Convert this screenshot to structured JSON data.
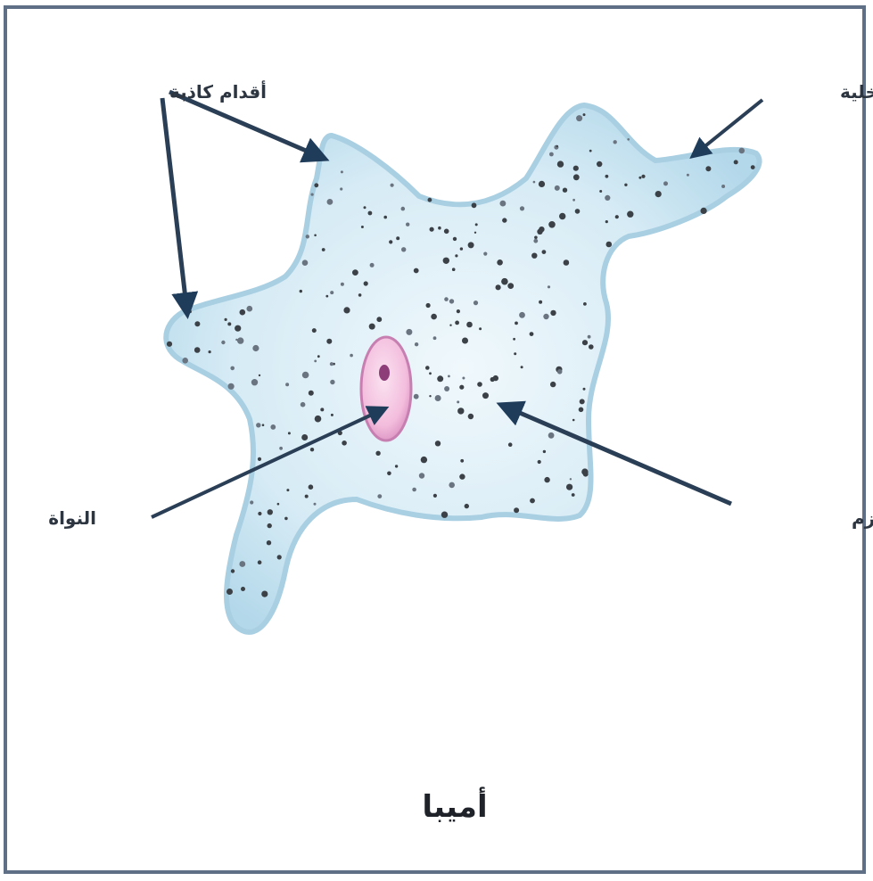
{
  "labels": {
    "pseudopodia": "أقدام كاذبة",
    "cell_membrane": "غشاء الخلية",
    "nucleus": "النواة",
    "protoplasm": "البروتو بلازم"
  },
  "caption": "أميبا",
  "colors": {
    "frame": "#5f6f86",
    "cytoplasm_light": "#eaf5fb",
    "cytoplasm_dark": "#b9dcec",
    "membrane": "#a9cfe2",
    "nucleus_fill": "#f6c9e4",
    "nucleus_edge": "#c77fb1",
    "nucleolus": "#8d3e79",
    "arrow": "#1f3c5b",
    "granule": "#3b4146"
  }
}
